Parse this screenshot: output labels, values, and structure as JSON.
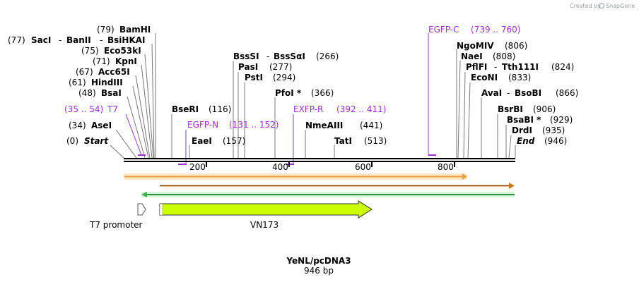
{
  "credit": {
    "text": "Created by",
    "brand": "SnapGene"
  },
  "title": "YeNL/pcDNA3",
  "length_label": "946 bp",
  "colors": {
    "primer": "#9b30d9",
    "orange_arrow": "#f0a030",
    "green_arrow": "#39b54a",
    "vn173_fill": "#ccff00"
  },
  "sites_left": [
    {
      "pos": "(79)",
      "name": "BamHI"
    },
    {
      "pos": "(77)",
      "name": "SacI",
      "extra": [
        "BanII",
        "BsiHKAI"
      ]
    },
    {
      "pos": "(75)",
      "name": "Eco53kI"
    },
    {
      "pos": "(71)",
      "name": "KpnI"
    },
    {
      "pos": "(67)",
      "name": "Acc65I"
    },
    {
      "pos": "(61)",
      "name": "HindIII"
    },
    {
      "pos": "(48)",
      "name": "BsaI"
    },
    {
      "pos": "(34)",
      "name": "AseI"
    },
    {
      "pos": "(0)",
      "name": "Start"
    }
  ],
  "sites_mid": [
    {
      "name": "BssSI",
      "extra": "BssSαI",
      "pos": "(266)"
    },
    {
      "name": "PasI",
      "pos": "(277)"
    },
    {
      "name": "PstI",
      "pos": "(294)"
    },
    {
      "name": "PfoI *",
      "pos": "(366)"
    },
    {
      "name": "BseRI",
      "pos": "(116)"
    },
    {
      "name": "NmeAIII",
      "pos": "(441)"
    },
    {
      "name": "EaeI",
      "pos": "(157)"
    },
    {
      "name": "TatI",
      "pos": "(513)"
    }
  ],
  "sites_right": [
    {
      "name": "NgoMIV",
      "pos": "(806)"
    },
    {
      "name": "NaeI",
      "pos": "(808)"
    },
    {
      "name": "PflFI",
      "extra": "Tth111I",
      "pos": "(824)"
    },
    {
      "name": "EcoNI",
      "pos": "(833)"
    },
    {
      "name": "AvaI",
      "extra": "BsoBI",
      "pos": "(866)"
    },
    {
      "name": "BsrBI",
      "pos": "(906)"
    },
    {
      "name": "BsaBI *",
      "pos": "(929)"
    },
    {
      "name": "DrdI",
      "pos": "(935)"
    },
    {
      "name": "End",
      "pos": "(946)"
    }
  ],
  "primers": [
    {
      "name": "T7",
      "range": "(35 .. 54)"
    },
    {
      "name": "EGFP-N",
      "range": "(131 .. 152)"
    },
    {
      "name": "EXFP-R",
      "range": "(392 .. 411)"
    },
    {
      "name": "EGFP-C",
      "range": "(739 .. 760)"
    }
  ],
  "ticks": [
    "200",
    "400",
    "600",
    "800"
  ],
  "features": {
    "t7_promoter": "T7 promoter",
    "vn173": "VN173"
  }
}
